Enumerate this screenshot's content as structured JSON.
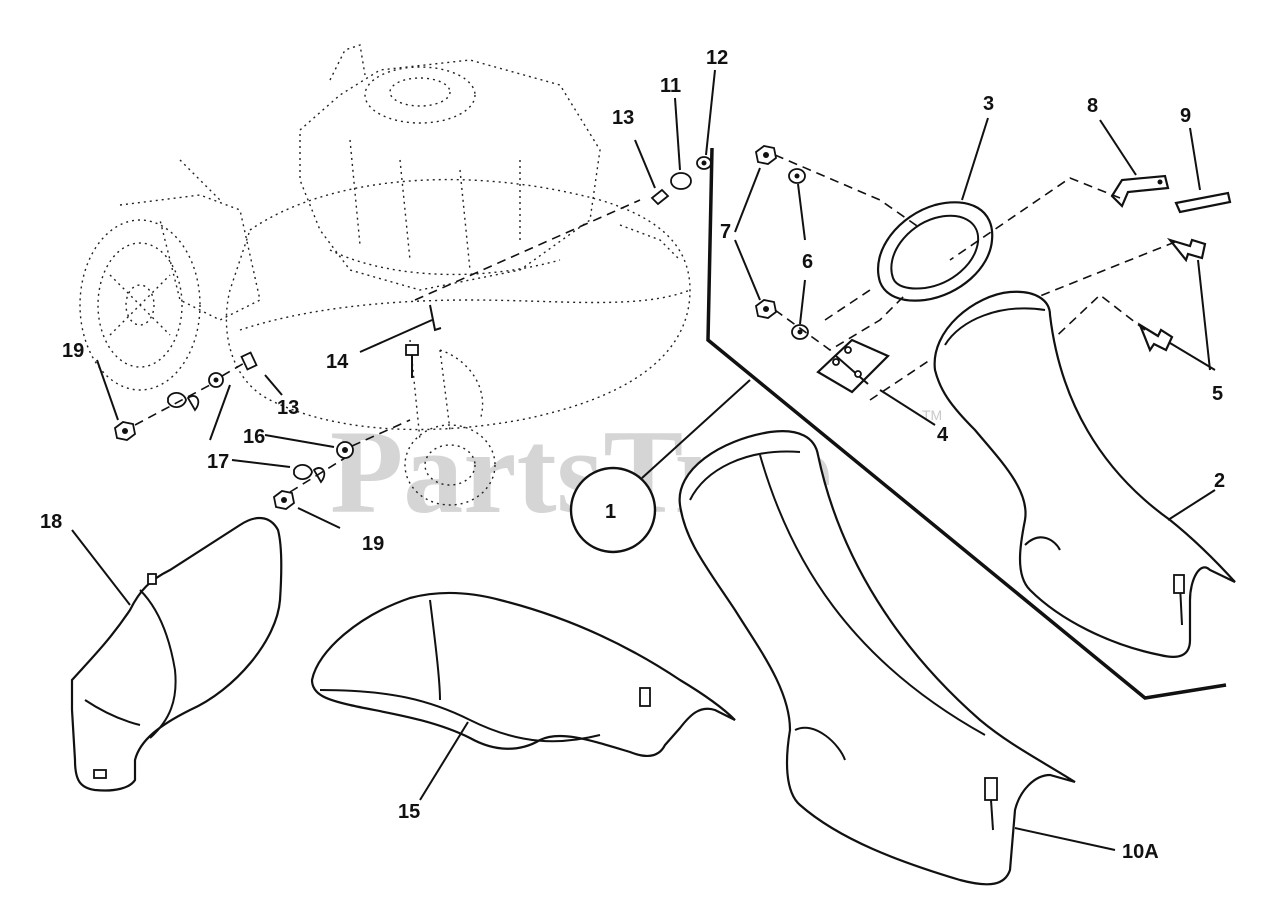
{
  "watermark": {
    "text": "PartsTree",
    "trademark": "TM"
  },
  "callouts": {
    "c1": "1",
    "c2": "2",
    "c3": "3",
    "c4": "4",
    "c5": "5",
    "c6": "6",
    "c7": "7",
    "c8": "8",
    "c9": "9",
    "c10a": "10A",
    "c11": "11",
    "c12": "12",
    "c13a": "13",
    "c13b": "13",
    "c14": "14",
    "c15": "15",
    "c16": "16",
    "c17": "17",
    "c18": "18",
    "c19a": "19",
    "c19b": "19"
  }
}
